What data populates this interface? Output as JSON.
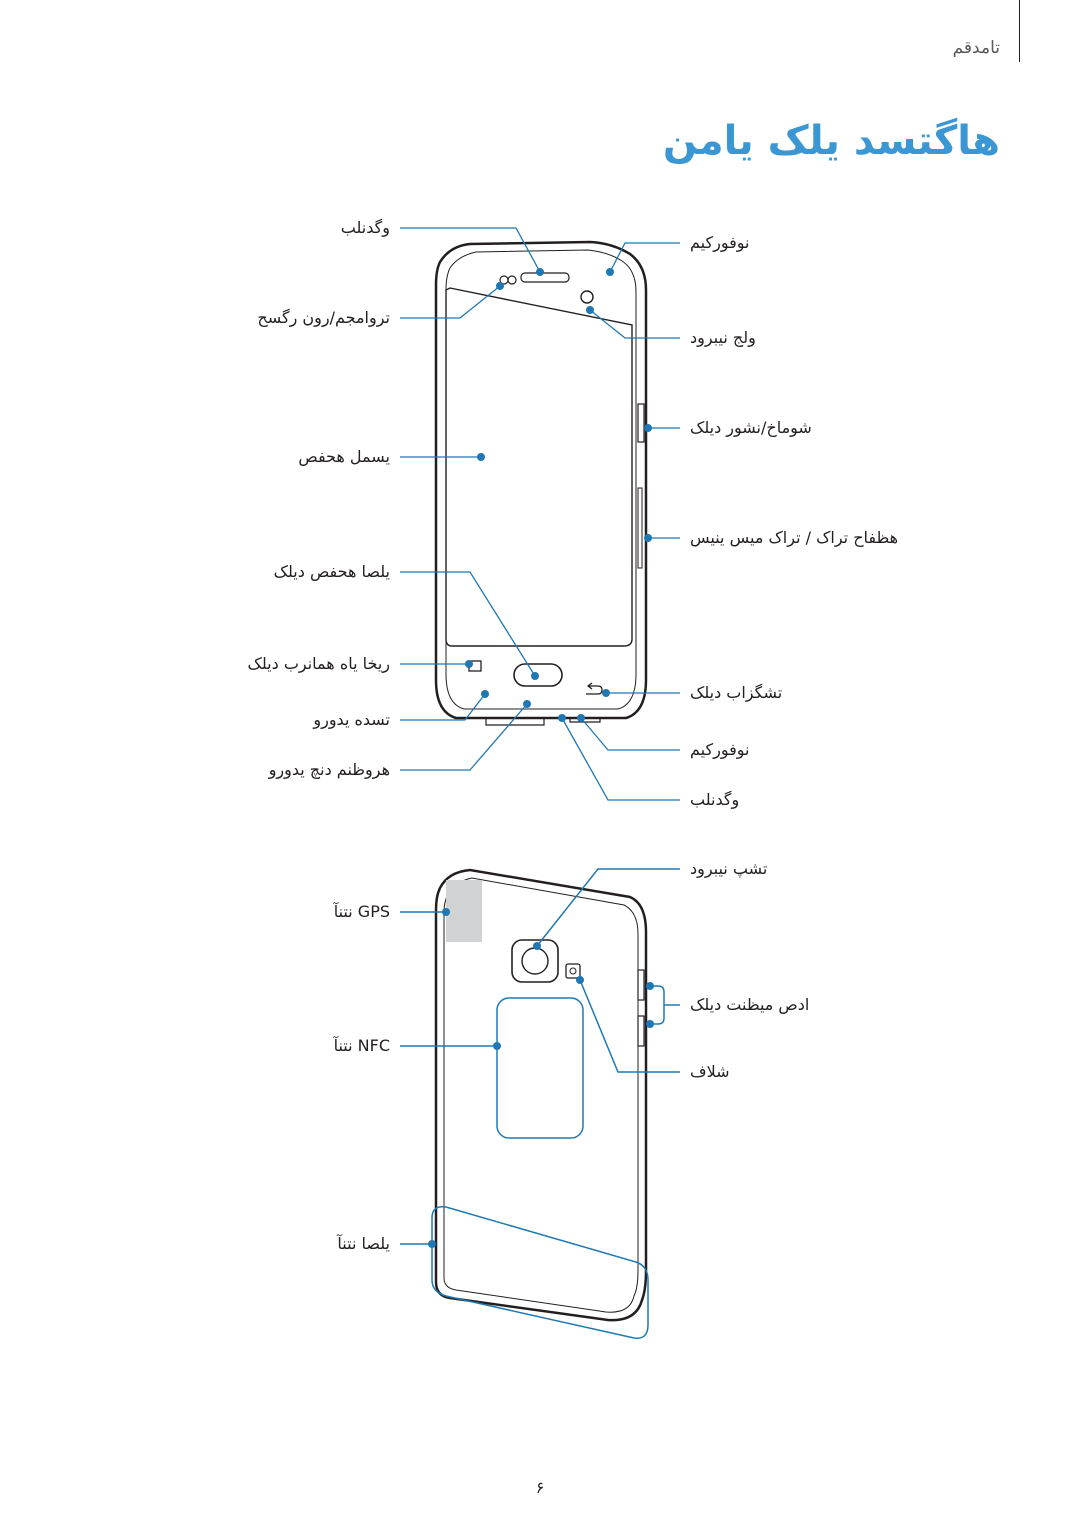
{
  "header": {
    "section": "تامدقم",
    "title": "هاگتسد یلک یامن"
  },
  "front": {
    "left_labels": [
      "وگدنلب",
      "تروامجم/رون رگسح",
      "یسمل هحفص",
      "یلصا هحفص دیلک",
      "ریخا یاه همانرب دیلک",
      "تسده یدورو",
      "هروظنم دنچ یدورو"
    ],
    "right_labels": [
      "نوفورکیم",
      "ولج نیبرود",
      "شوماخ/نشور دیلک",
      "هظفاح تراک / تراک میس ینیس",
      "تشگزاب دیلک",
      "نوفورکیم",
      "وگدنلب"
    ]
  },
  "back": {
    "left_labels": [
      "GPS نتنآ",
      "NFC نتنآ",
      "یلصا نتنآ"
    ],
    "right_labels": [
      "تشپ نیبرود",
      "ادص میظنت دیلک",
      "شلاف"
    ]
  },
  "footer": {
    "page_number": "۶"
  },
  "colors": {
    "accent": "#3b97d3",
    "leader": "#1f78b4",
    "outline": "#231f20"
  }
}
